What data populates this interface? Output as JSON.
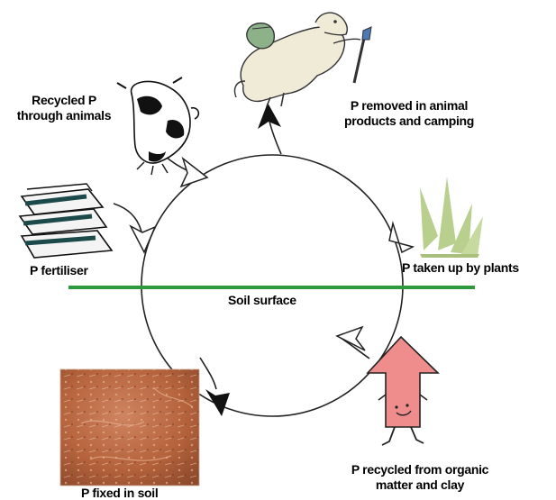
{
  "labels": {
    "recycled_animals": [
      "Recycled P",
      "through animals"
    ],
    "removed": [
      "P removed in animal",
      "products and camping"
    ],
    "fertiliser": "P fertiliser",
    "uptake": "P taken up by plants",
    "soil_surface": "Soil surface",
    "fixed": "P fixed in soil",
    "recycled_organic": [
      "P recycled from organic",
      "matter and clay"
    ]
  },
  "colors": {
    "soil_line": "#2e9a3e",
    "arrow_fill": "#1a1a1a",
    "grass": "#b9cf8e",
    "up_arrow": "#ef8d8d",
    "soil_photo": "#b8663f",
    "cycle_stroke": "#222222"
  },
  "icons": {
    "cow": "cow-icon",
    "hiker": "hiking-sheep-icon",
    "fertiliser": "fertiliser-bags-icon",
    "grass": "grass-icon",
    "soil": "soil-photo",
    "organic": "walking-arrow-icon"
  }
}
